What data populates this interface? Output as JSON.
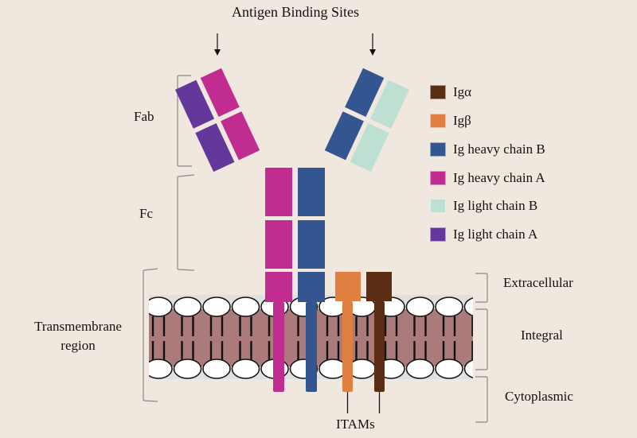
{
  "title": "Antigen Binding Sites",
  "regions": {
    "fab": "Fab",
    "fc": "Fc",
    "transmembrane_line1": "Transmembrane",
    "transmembrane_line2": "region"
  },
  "membrane_regions": {
    "extracellular": "Extracellular",
    "integral": "Integral",
    "cytoplasmic": "Cytoplasmic"
  },
  "itams_label": "ITAMs",
  "colors": {
    "background": "#f0e8de",
    "ig_alpha": "#5a2d14",
    "ig_beta": "#e08040",
    "heavy_chain_b": "#345690",
    "heavy_chain_a": "#c02c90",
    "light_chain_b": "#bde0d2",
    "light_chain_a": "#64379a",
    "membrane": "#ab7a7a"
  },
  "legend": [
    {
      "label": "Igα",
      "color": "#5a2d14"
    },
    {
      "label": "Igβ",
      "color": "#e08040"
    },
    {
      "label": "Ig heavy chain B",
      "color": "#345690"
    },
    {
      "label": "Ig heavy chain A",
      "color": "#c02c90"
    },
    {
      "label": "Ig light chain B",
      "color": "#bde0d2"
    },
    {
      "label": "Ig light chain A",
      "color": "#64379a"
    }
  ]
}
